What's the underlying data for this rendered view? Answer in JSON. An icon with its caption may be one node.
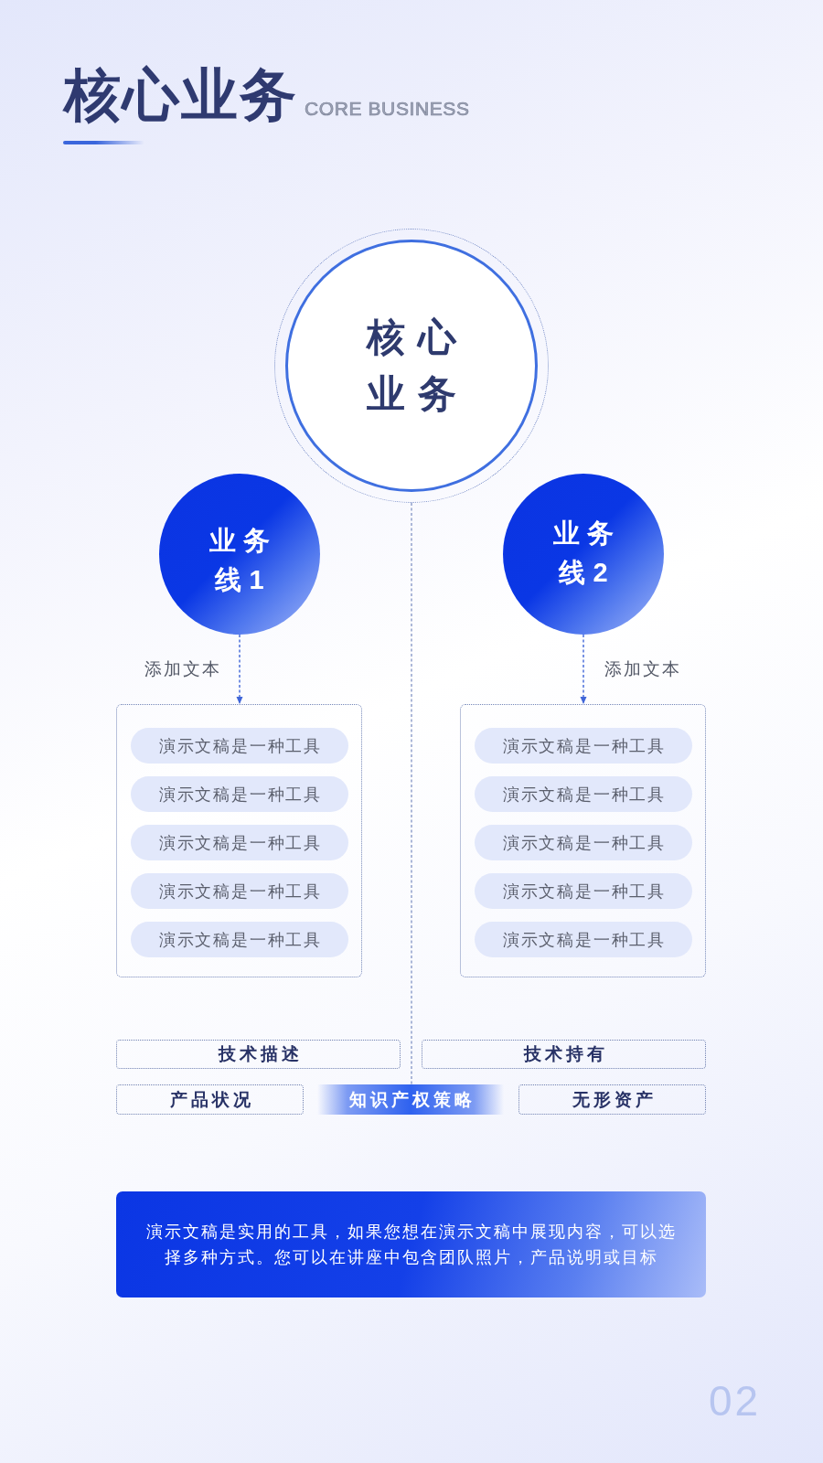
{
  "diagram": {
    "title": "核心业务",
    "nodes": [
      {
        "text": [
          "核心业务"
        ]
      },
      {
        "text": [
          "业务线1"
        ]
      },
      {
        "text": [
          "业务线2"
        ]
      },
      {
        "text": [],
        "shape": "box"
      },
      {
        "text": [
          "演示文稿是一种工具"
        ],
        "in": 3
      },
      {
        "text": [
          "演示文稿是一种工具"
        ],
        "in": 3
      },
      {
        "text": [
          "演示文稿是一种工具"
        ],
        "in": 3
      },
      {
        "text": [
          "演示文稿是一种工具"
        ],
        "in": 3
      },
      {
        "text": [
          "演示文稿是一种工具"
        ],
        "in": 3
      },
      {
        "text": [],
        "shape": "box"
      },
      {
        "text": [
          "演示文稿是一种工具"
        ],
        "in": 9
      },
      {
        "text": [
          "演示文稿是一种工具"
        ],
        "in": 9
      },
      {
        "text": [
          "演示文稿是一种工具"
        ],
        "in": 9
      },
      {
        "text": [
          "演示文稿是一种工具"
        ],
        "in": 9
      },
      {
        "text": [
          "演示文稿是一种工具"
        ],
        "in": 9
      },
      {
        "text": [
          "技术描述"
        ]
      },
      {
        "text": [
          "技术持有"
        ]
      },
      {
        "text": [
          "产品状况"
        ]
      },
      {
        "text": [
          "知识产权策略"
        ]
      },
      {
        "text": [
          "无形资产"
        ]
      },
      {
        "text": [
          "演示文稿是实用的工具，如果您想在演示文稿中展现内容，可以选择多种方式。您可以在讲座中包含团队照片，产品说明或目标"
        ]
      }
    ],
    "edges": [
      {
        "from": 0,
        "to": 18,
        "arrow": "none",
        "style": "dashed",
        "color": "#8a9bc8"
      },
      {
        "from": 1,
        "to": 3,
        "arrow": "to",
        "label": "添加文本",
        "style": "dashed"
      },
      {
        "from": 2,
        "to": 9,
        "arrow": "to",
        "label": "添加文本",
        "style": "dashed"
      }
    ],
    "labels": [
      "CORE BUSINESS",
      "02"
    ]
  }
}
